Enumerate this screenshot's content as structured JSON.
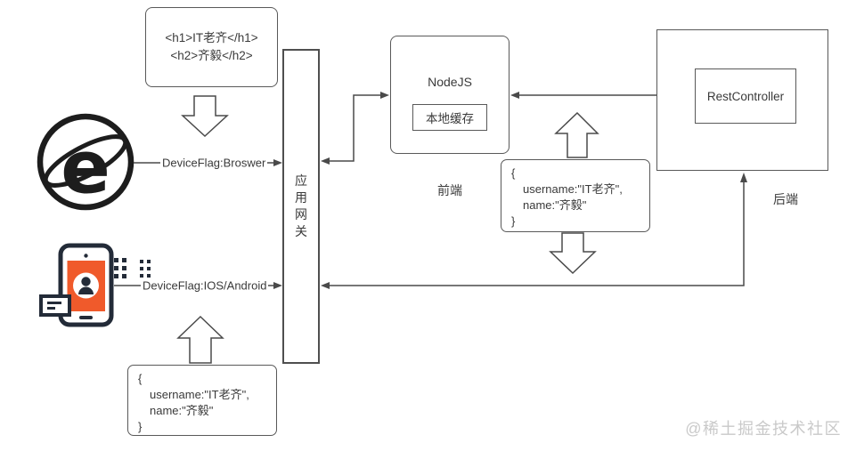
{
  "title_box": {
    "line1": "<h1>IT老齐</h1>",
    "line2": "<h2>齐毅</h2>"
  },
  "gateway": {
    "char1": "应",
    "char2": "用",
    "char3": "网",
    "char4": "关"
  },
  "nodejs": {
    "title": "NodeJS",
    "cache": "本地缓存"
  },
  "backend": {
    "controller": "RestController",
    "label": "后端"
  },
  "frontend_label": "前端",
  "flags": {
    "browser": "DeviceFlag:Broswer",
    "mobile": "DeviceFlag:IOS/Android"
  },
  "payload": {
    "open": "{",
    "username": "username:\"IT老齐\",",
    "name": "name:\"齐毅\"",
    "close": "}"
  },
  "icons": {
    "browser": "ie-browser-icon",
    "mobile": "smartphone-icon"
  },
  "colors": {
    "line": "#4a4a4a",
    "border": "#595959",
    "orange": "#f05a2b",
    "navy": "#232b38",
    "watermark_gray": "#c9c9c9"
  },
  "watermark": "@稀土掘金技术社区"
}
